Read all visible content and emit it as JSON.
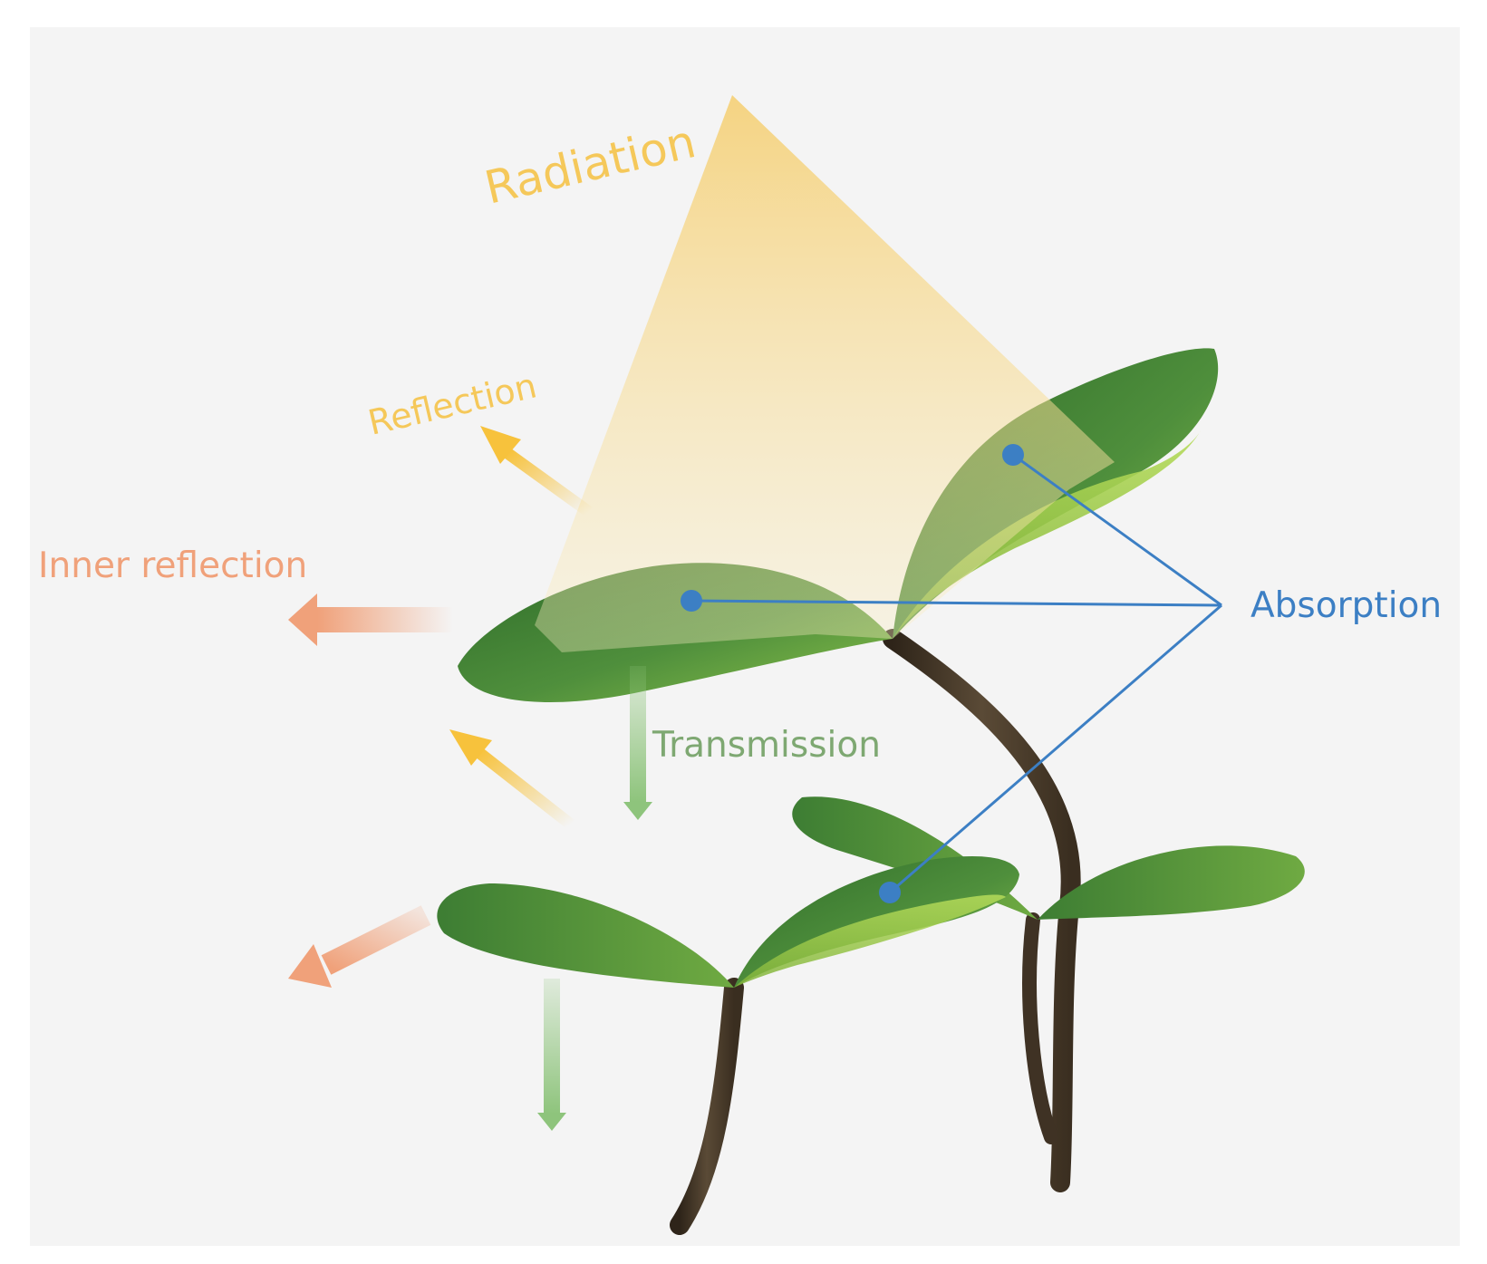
{
  "diagram": {
    "labels": {
      "radiation": "Radiation",
      "reflection": "Reflection",
      "inner_reflection": "Inner reflection",
      "transmission": "Transmission",
      "absorption": "Absorption"
    },
    "colors": {
      "panel_background": "#f4f4f4",
      "radiation": "#f5c85a",
      "reflection_arrow": "#f7c23c",
      "inner_reflection": "#f0a17a",
      "transmission": "#8ec47c",
      "transmission_label": "#7ea872",
      "absorption": "#3c7fc4",
      "leaf_dark": "#3f7d34",
      "leaf_light": "#9fd04a",
      "stem": "#4a3b2a"
    }
  }
}
